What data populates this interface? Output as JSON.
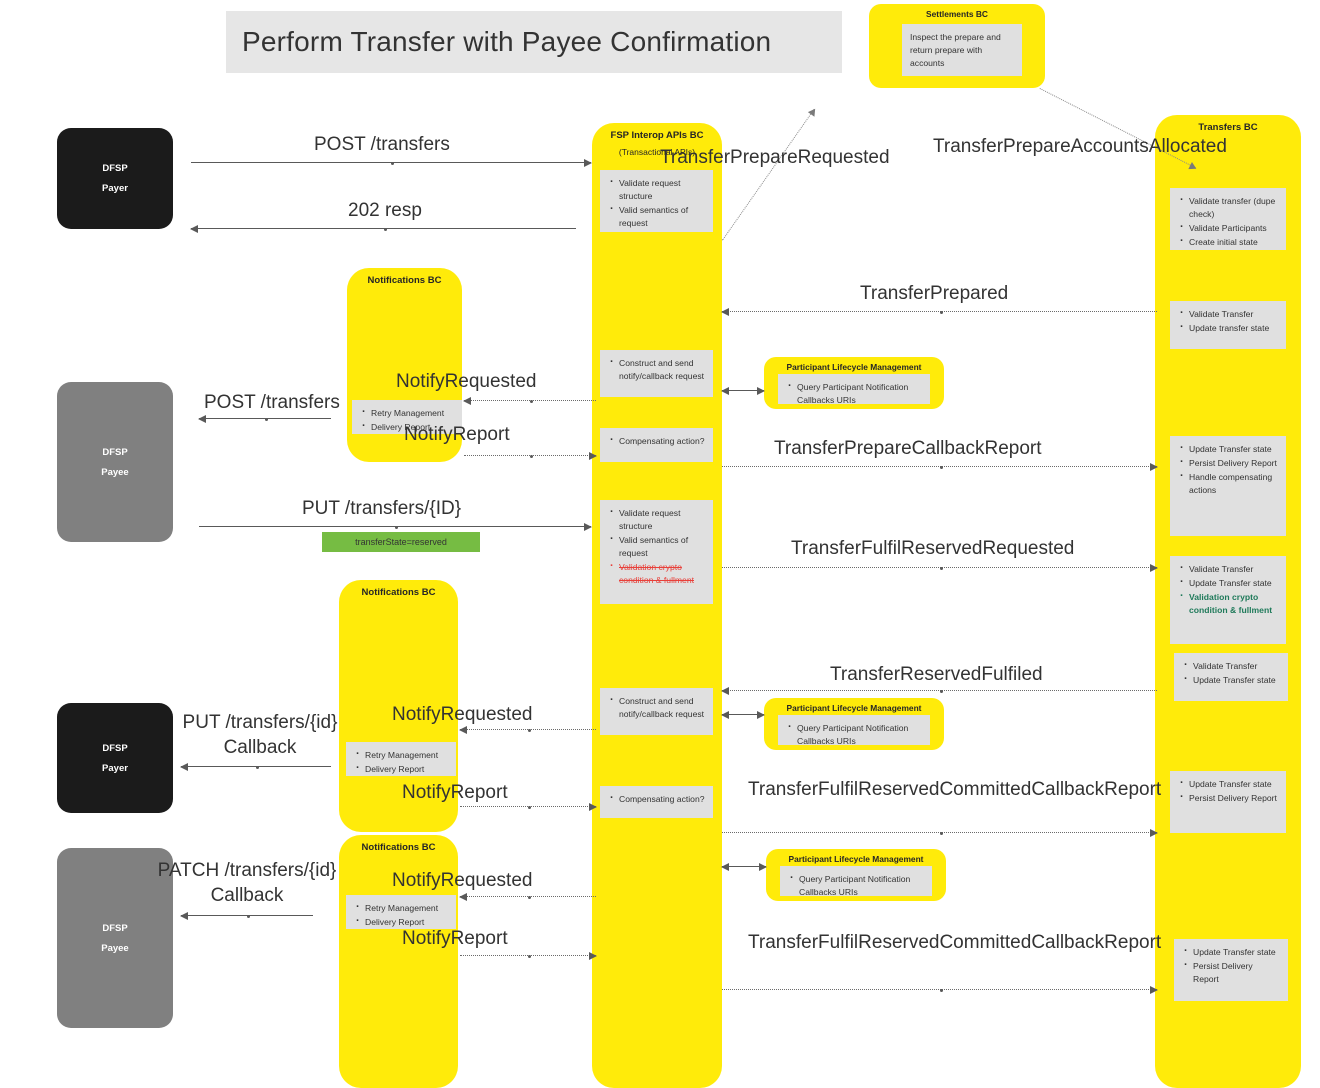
{
  "title": "Perform Transfer with Payee Confirmation",
  "lanes": {
    "settlements": {
      "title": "Settlements BC",
      "note": "Inspect the prepare and return prepare with accounts"
    },
    "fsp": {
      "title": "FSP Interop APIs BC",
      "subtitle": "(Transactional APIs)"
    },
    "transfers": {
      "title": "Transfers BC"
    },
    "notifications": {
      "title": "Notifications BC"
    },
    "plm": {
      "title": "Participant Lifecycle Management"
    }
  },
  "actors": [
    {
      "name": "dfsp-payer-top",
      "line1": "DFSP",
      "line2": "Payer"
    },
    {
      "name": "dfsp-payee-mid",
      "line1": "DFSP",
      "line2": "Payee"
    },
    {
      "name": "dfsp-payer-bottom",
      "line1": "DFSP",
      "line2": "Payer"
    },
    {
      "name": "dfsp-payee-bottom",
      "line1": "DFSP",
      "line2": "Payee"
    }
  ],
  "notes": {
    "fsp_validate_request": [
      "Validate request structure",
      "Valid semantics of request"
    ],
    "fsp_construct_notify_1": [
      "Construct and send notify/callback request"
    ],
    "fsp_compensating_1": [
      "Compensating action?"
    ],
    "fsp_validate_fulfil": [
      "Validate request structure",
      "Valid semantics of request"
    ],
    "fsp_validate_fulfil_struck": "Validation crypto condition & fullment",
    "fsp_construct_notify_2": [
      "Construct and send notify/callback request"
    ],
    "fsp_compensating_2": [
      "Compensating action?"
    ],
    "transfers_initial": [
      "Validate transfer (dupe check)",
      "Validate Participants",
      "Create initial state"
    ],
    "transfers_validate_update": [
      "Validate Transfer",
      "Update transfer state"
    ],
    "transfers_update_persist_handle": [
      "Update Transfer state",
      "Persist Delivery Report",
      "Handle compensating actions"
    ],
    "transfers_fulfil_validate": [
      "Validate Transfer",
      "Update Transfer state"
    ],
    "transfers_fulfil_validate_green": "Validation crypto condition & fullment",
    "transfers_validate_update_2": [
      "Validate Transfer",
      "Update Transfer state"
    ],
    "transfers_update_persist_1": [
      "Update Transfer state",
      "Persist Delivery Report"
    ],
    "transfers_update_persist_2": [
      "Update Transfer state",
      "Persist Delivery Report"
    ],
    "notifications_items": [
      "Retry Management",
      "Delivery Report"
    ],
    "plm_items": [
      "Query Participant Notification Callbacks URIs"
    ]
  },
  "messages": {
    "post_transfers_payer": "POST /transfers",
    "resp_202": "202 resp",
    "transfer_prepare_requested": "TransferPrepareRequested",
    "transfer_prepare_accounts_allocated": "TransferPrepareAccountsAllocated",
    "transfer_prepared": "TransferPrepared",
    "notify_requested_1": "NotifyRequested",
    "post_transfers_payee": "POST /transfers",
    "notify_report_1": "NotifyReport",
    "transfer_prepare_callback_report": "TransferPrepareCallbackReport",
    "put_transfers_id": "PUT /transfers/{ID}",
    "transfer_state_badge": "transferState=reserved",
    "transfer_fulfil_reserved_requested": "TransferFulfilReservedRequested",
    "transfer_reserved_fulfiled": "TransferReservedFulfiled",
    "notify_requested_2": "NotifyRequested",
    "put_transfers_id_callback": "PUT /transfers/{id} Callback",
    "notify_report_2": "NotifyReport",
    "transfer_fulfil_committed_report_1": "TransferFulfilReservedCommittedCallbackReport",
    "patch_transfers_id_callback": "PATCH /transfers/{id} Callback",
    "notify_requested_3": "NotifyRequested",
    "notify_report_3": "NotifyReport",
    "transfer_fulfil_committed_report_2": "TransferFulfilReservedCommittedCallbackReport"
  },
  "colors": {
    "lane": "#ffeb0a",
    "note": "#e0e0e0",
    "badge": "#76bc43",
    "green_text": "#1f7a5a",
    "red_text": "#e8403a",
    "title_bg": "#e6e6e6"
  }
}
